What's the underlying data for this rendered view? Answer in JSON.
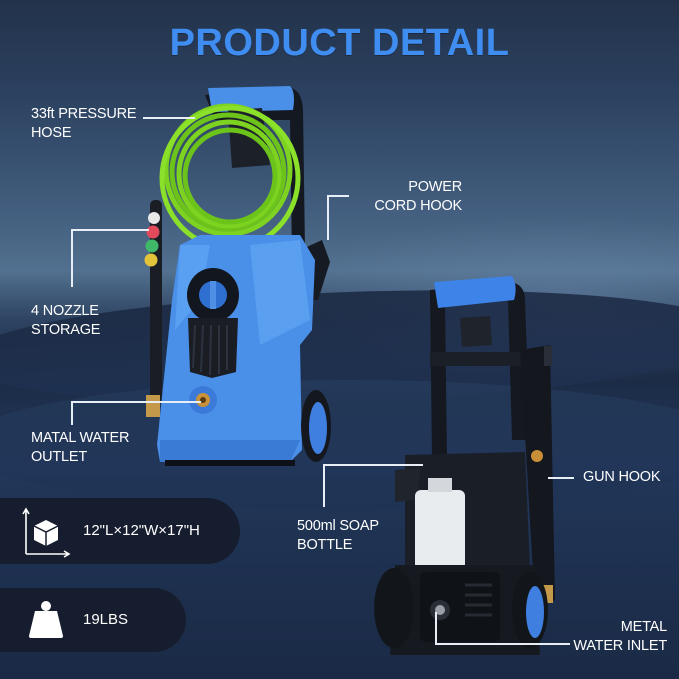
{
  "title": "PRODUCT DETAIL",
  "callouts": {
    "hose": {
      "line1": "33ft PRESSURE",
      "line2": "HOSE"
    },
    "power_cord": {
      "line1": "POWER",
      "line2": "CORD HOOK"
    },
    "nozzle": {
      "line1": "4 NOZZLE",
      "line2": "STORAGE"
    },
    "outlet": {
      "line1": "MATAL WATER",
      "line2": "OUTLET"
    },
    "soap": {
      "line1": "500ml SOAP",
      "line2": "BOTTLE"
    },
    "gun_hook": {
      "line1": "GUN HOOK"
    },
    "inlet": {
      "line1": "METAL",
      "line2": "WATER INLET"
    }
  },
  "specs": {
    "dimensions": {
      "icon": "dimension-cube-icon",
      "value": "12\"L×12\"W×17\"H"
    },
    "weight": {
      "icon": "weight-icon",
      "value": "19LBS"
    }
  },
  "colors": {
    "title_blue": "#3f8df0",
    "body_blue": "#4a8fe8",
    "hose_green": "#7ed321",
    "pill_bg": "#161d2e",
    "text": "#ffffff"
  }
}
